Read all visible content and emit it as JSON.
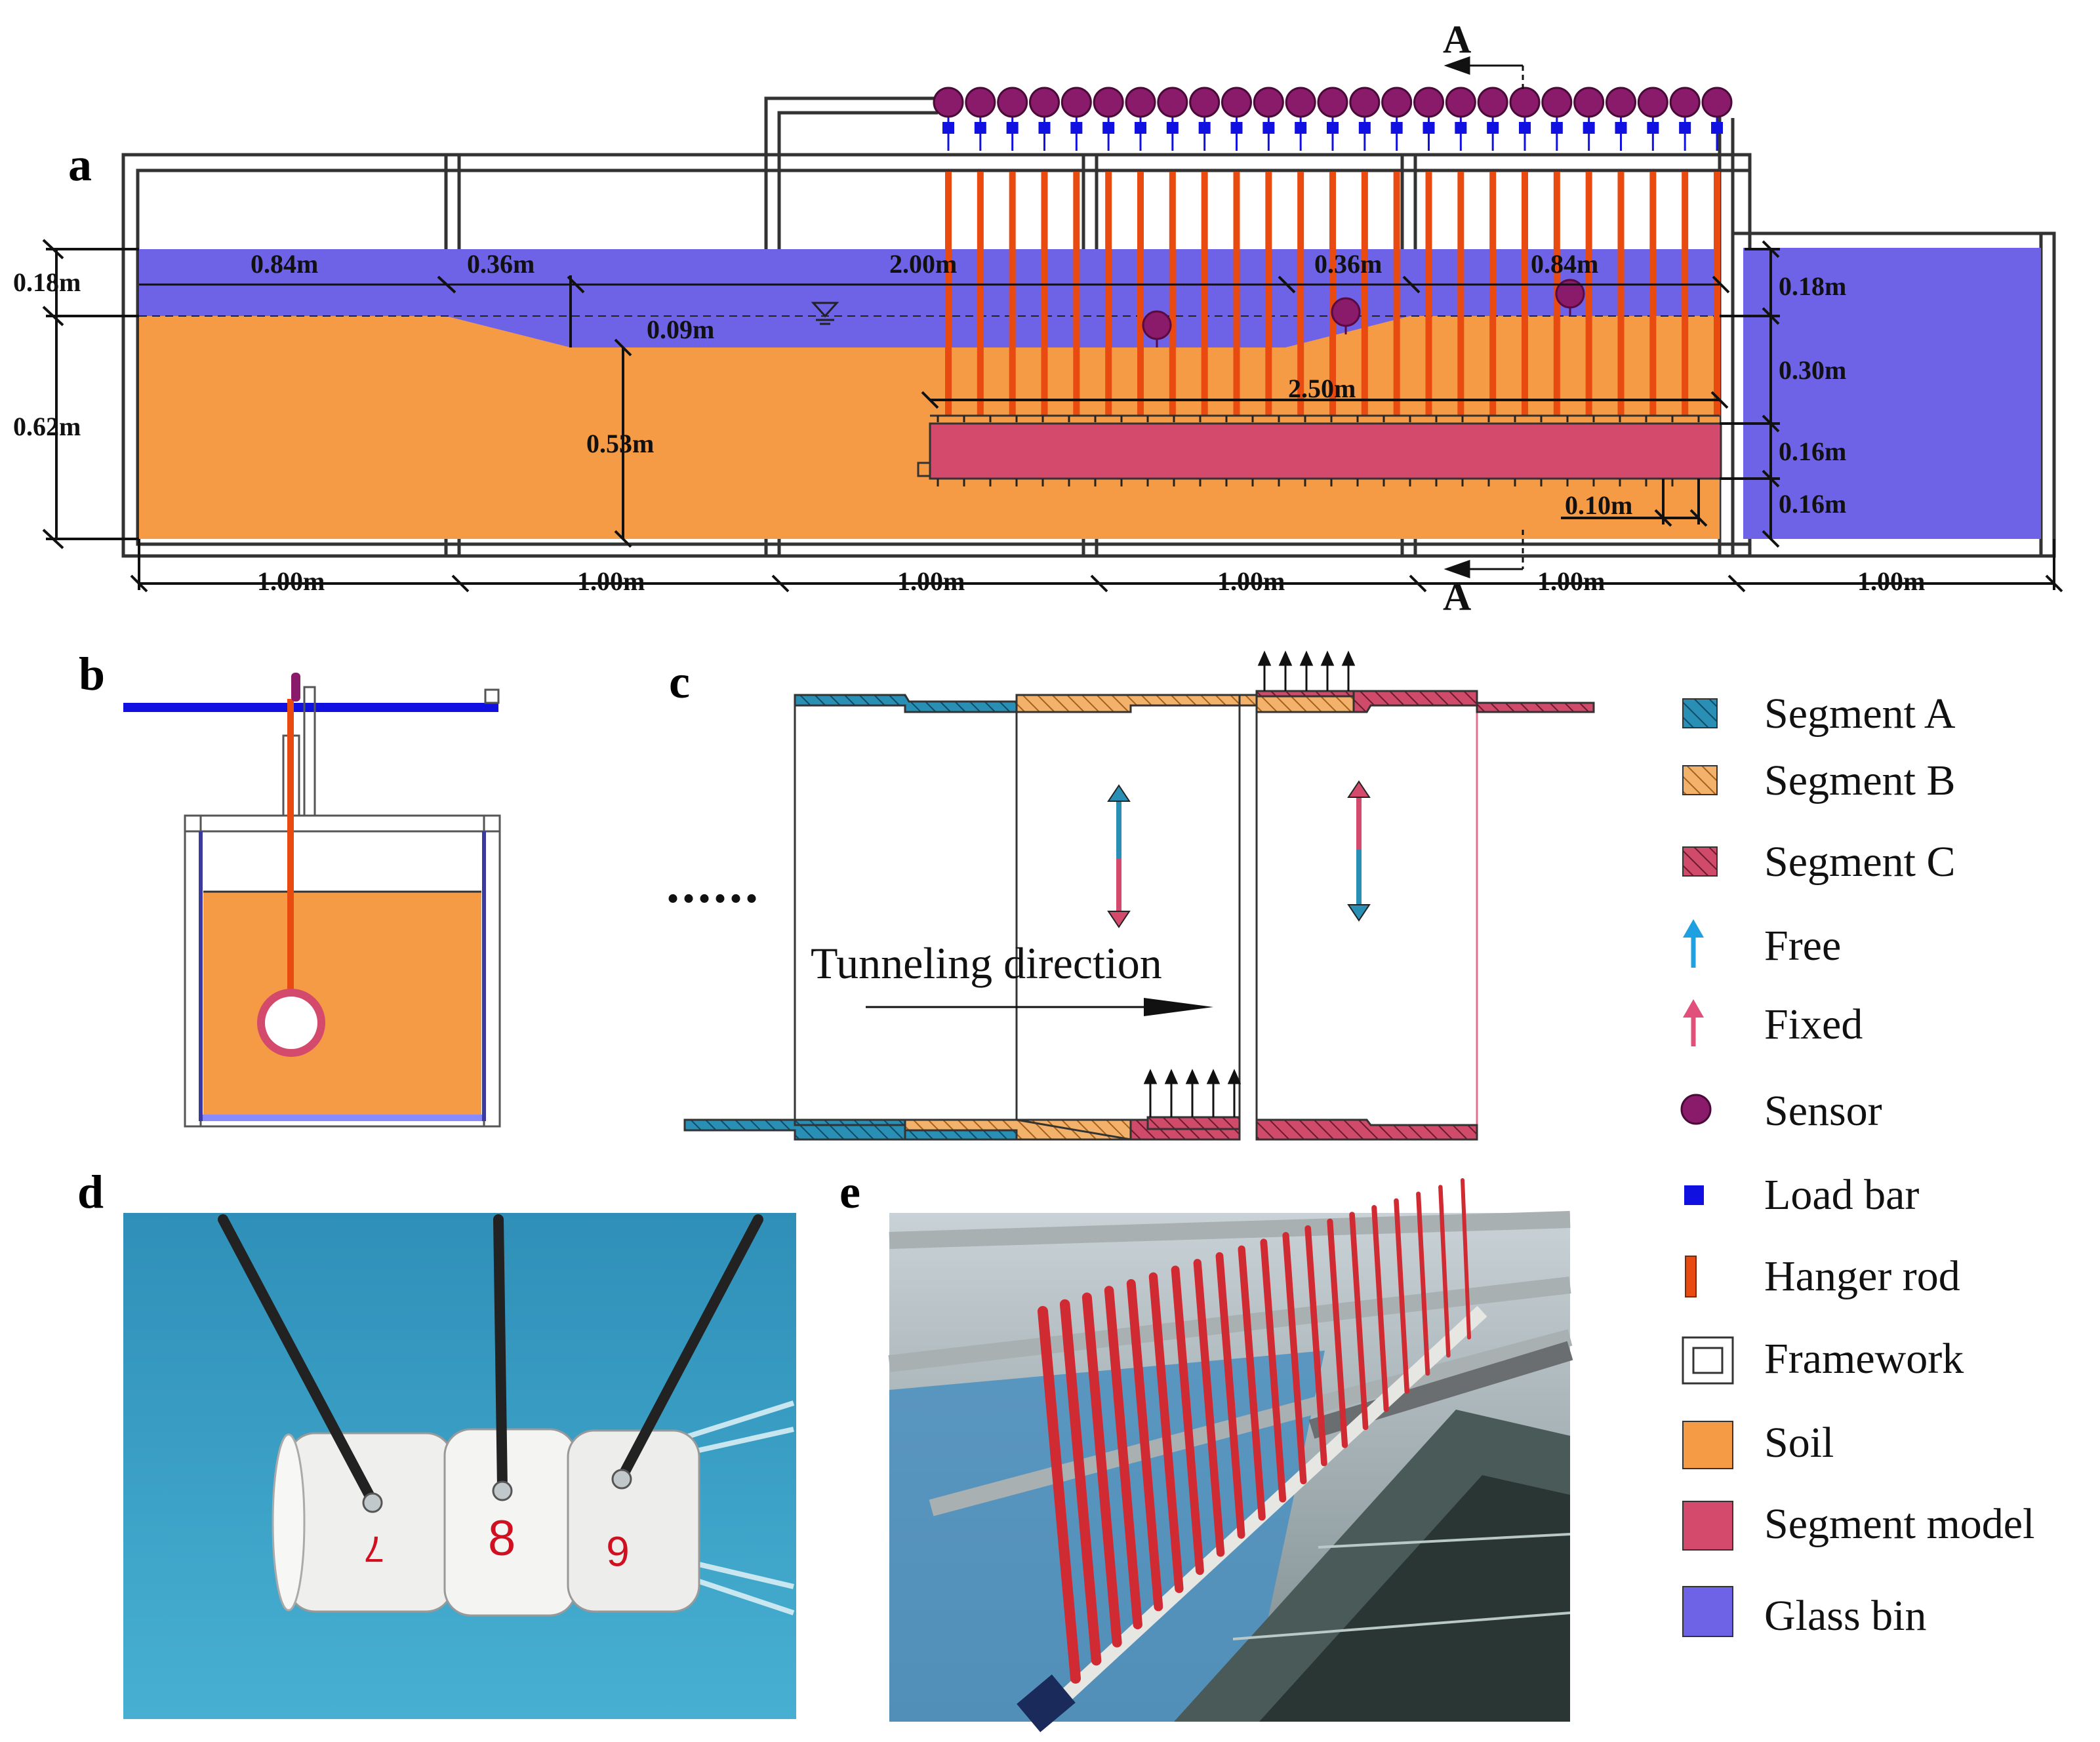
{
  "panels": {
    "a": "a",
    "b": "b",
    "c": "c",
    "d": "d",
    "e": "e"
  },
  "section_marker": "A",
  "dims": {
    "d084": "0.84m",
    "d036": "0.36m",
    "d200": "2.00m",
    "d036b": "0.36m",
    "d084b": "0.84m",
    "left018": "0.18m",
    "left062": "0.62m",
    "d009": "0.09m",
    "d053": "0.53m",
    "d250": "2.50m",
    "d010": "0.10m",
    "right018": "0.18m",
    "right030": "0.30m",
    "right016a": "0.16m",
    "right016b": "0.16m",
    "bottom": [
      "1.00m",
      "1.00m",
      "1.00m",
      "1.00m",
      "1.00m",
      "1.00m"
    ]
  },
  "panel_c": {
    "ellipsis": "......",
    "direction_label": "Tunneling direction"
  },
  "photo_d": {
    "numbers": [
      "7",
      "8",
      "6"
    ]
  },
  "legend": [
    {
      "key": "segment-a",
      "label": "Segment A",
      "color": "#2a8fb5"
    },
    {
      "key": "segment-b",
      "label": "Segment B",
      "color": "#f0a050"
    },
    {
      "key": "segment-c",
      "label": "Segment C",
      "color": "#d04a6a"
    },
    {
      "key": "free",
      "label": "Free",
      "color": "#1fa0e0"
    },
    {
      "key": "fixed",
      "label": "Fixed",
      "color": "#e0507a"
    },
    {
      "key": "sensor",
      "label": "Sensor",
      "color": "#8a1a6a"
    },
    {
      "key": "load-bar",
      "label": "Load bar",
      "color": "#1010e0"
    },
    {
      "key": "hanger-rod",
      "label": "Hanger rod",
      "color": "#e84a10"
    },
    {
      "key": "framework",
      "label": "Framework",
      "color": "#333333"
    },
    {
      "key": "soil",
      "label": "Soil",
      "color": "#f59a45"
    },
    {
      "key": "segment-model",
      "label": "Segment model",
      "color": "#d44a6c"
    },
    {
      "key": "glass-bin",
      "label": "Glass bin",
      "color": "#7060e0"
    }
  ],
  "colors": {
    "water": "#6e62e6",
    "soil": "#f59a45",
    "segment": "#d44a6c",
    "sensor": "#8a1a6a",
    "rod": "#e84a10",
    "loadbar": "#1010e0",
    "pool": "#3aa0c8"
  }
}
